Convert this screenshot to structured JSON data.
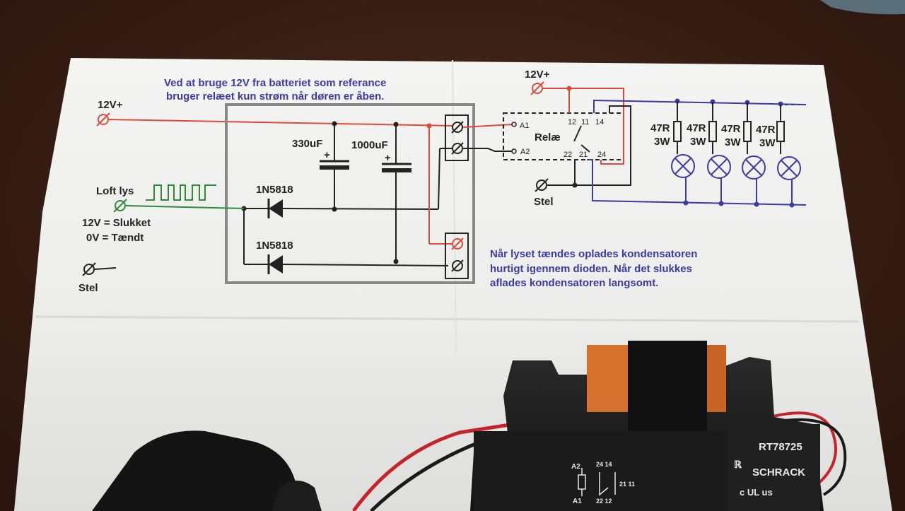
{
  "notes": {
    "top_line1": "Ved at bruge 12V fra batteriet som referance",
    "top_line2": "bruger relæet kun strøm når døren er åben.",
    "bottom_line1": "Når lyset tændes oplades kondensatoren",
    "bottom_line2": "hurtigt igennem dioden. Når det slukkes",
    "bottom_line3": "aflades kondensatoren langsomt."
  },
  "labels": {
    "v12_left": "12V+",
    "v12_right": "12V+",
    "loft_lys": "Loft lys",
    "slukket": "12V = Slukket",
    "taendt": "0V = Tændt",
    "stel_left": "Stel",
    "stel_right": "Stel",
    "cap1": "330uF",
    "cap2": "1000uF",
    "plus": "+",
    "diode1": "1N5818",
    "diode2": "1N5818",
    "relay": "Relæ",
    "a1": "A1",
    "a2": "A2",
    "pin12": "12",
    "pin11": "11",
    "pin14": "14",
    "pin22": "22",
    "pin21": "21",
    "pin24": "24",
    "resistor": "47R",
    "watt": "3W"
  },
  "relay_chip": {
    "model": "RT78725",
    "brand": "SCHRACK",
    "pins_a2": "A2",
    "pins_a1": "A1",
    "pins_top": "24 14",
    "pins_bottom": "22 12",
    "pins_side": "21 11",
    "marking": "c UL us",
    "side_mark": "ℝ"
  },
  "colors": {
    "table": "#3b1f14",
    "paper": "#f2f2f0",
    "red_wire": "#e04a3a",
    "blue_wire": "#3a3aa8",
    "green_wire": "#2e8b3a",
    "gray_box": "#888888",
    "relay_black": "#1e1e1e",
    "relay_orange": "#d7712e"
  }
}
